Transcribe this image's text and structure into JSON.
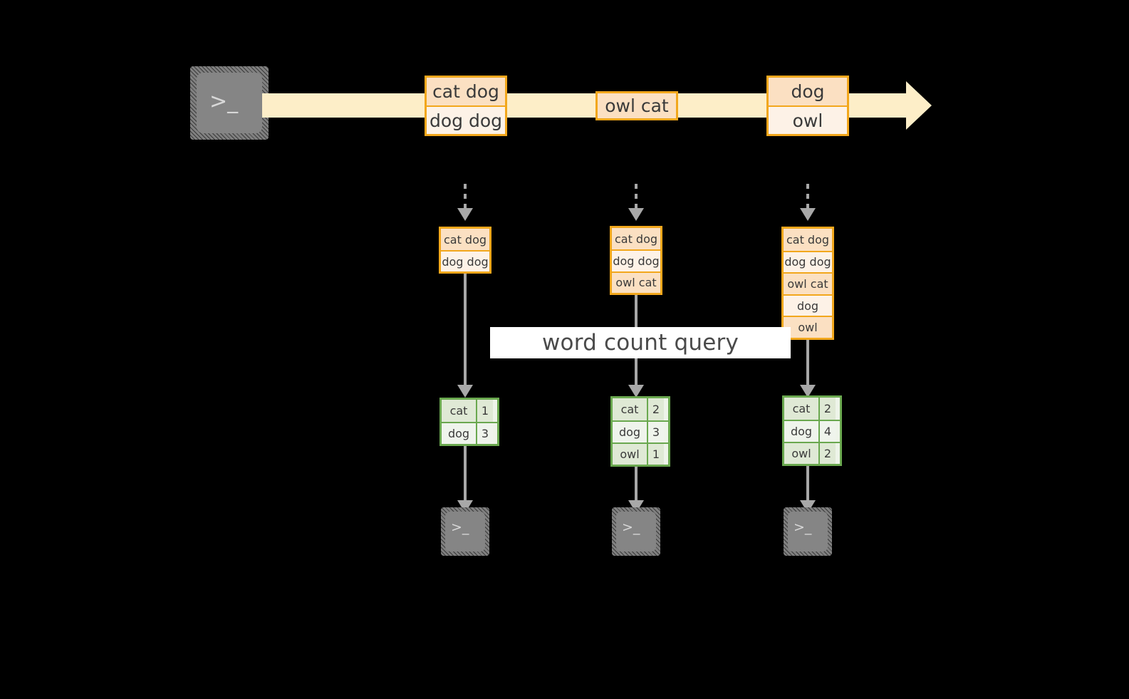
{
  "diagram": {
    "title_label": "word count query",
    "colors": {
      "background": "#000000",
      "event_border": "#f2a71c",
      "event_fill_dark": "#fbe0c2",
      "event_fill_light": "#fdf2e7",
      "stream_band": "#fdeec8",
      "result_border": "#6aa84f",
      "result_fill_dark": "#dfe9d5",
      "result_fill_light": "#eff4ec",
      "arrow_gray": "#a8a8a8",
      "terminal_gray": "#858585",
      "label_bg": "#ffffff",
      "text": "#3a3a3a"
    },
    "source": {
      "icon": "terminal-icon",
      "prompt": ">_"
    },
    "stream": {
      "arrow_icon": "right-block-arrow-icon",
      "events": [
        {
          "lines": [
            "cat dog",
            "dog dog"
          ]
        },
        {
          "lines": [
            "owl cat"
          ]
        },
        {
          "lines": [
            "dog",
            "owl"
          ]
        }
      ]
    },
    "columns": [
      {
        "id": "t1",
        "ingest_arrow": "dashed-down-arrow-icon",
        "accumulated": [
          "cat dog",
          "dog dog"
        ],
        "query_arrow": "down-arrow-icon",
        "result_rows": [
          {
            "word": "cat",
            "count": "1"
          },
          {
            "word": "dog",
            "count": "3"
          }
        ],
        "output_arrow": "down-arrow-icon",
        "sink": {
          "icon": "terminal-icon",
          "prompt": ">_"
        }
      },
      {
        "id": "t2",
        "ingest_arrow": "dashed-down-arrow-icon",
        "accumulated": [
          "cat dog",
          "dog dog",
          "owl cat"
        ],
        "query_arrow": "down-arrow-icon",
        "result_rows": [
          {
            "word": "cat",
            "count": "2"
          },
          {
            "word": "dog",
            "count": "3"
          },
          {
            "word": "owl",
            "count": "1"
          }
        ],
        "output_arrow": "down-arrow-icon",
        "sink": {
          "icon": "terminal-icon",
          "prompt": ">_"
        }
      },
      {
        "id": "t3",
        "ingest_arrow": "dashed-down-arrow-icon",
        "accumulated": [
          "cat dog",
          "dog dog",
          "owl cat",
          "dog",
          "owl"
        ],
        "query_arrow": "down-arrow-icon",
        "result_rows": [
          {
            "word": "cat",
            "count": "2"
          },
          {
            "word": "dog",
            "count": "4"
          },
          {
            "word": "owl",
            "count": "2"
          }
        ],
        "output_arrow": "down-arrow-icon",
        "sink": {
          "icon": "terminal-icon",
          "prompt": ">_"
        }
      }
    ]
  }
}
